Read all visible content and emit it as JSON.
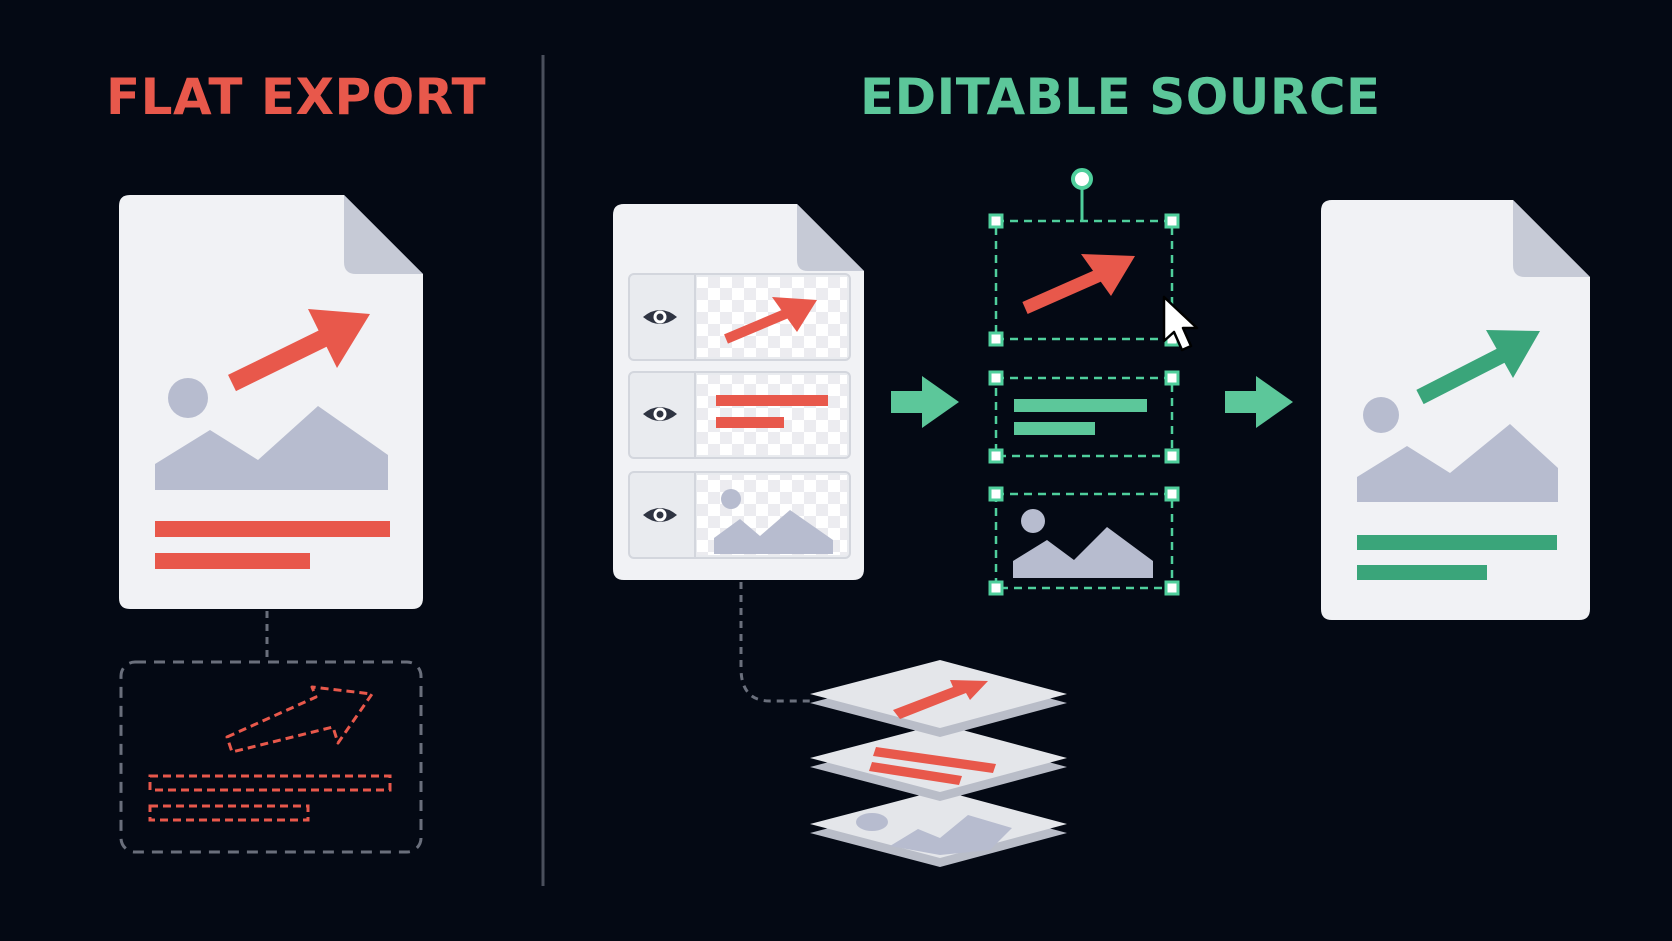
{
  "titles": {
    "flat": "FLAT EXPORT",
    "editable": "EDITABLE SOURCE"
  },
  "colors": {
    "background": "#040914",
    "flat_accent": "#e8584b",
    "editable_accent": "#5cc79a",
    "paper": "#f1f2f5",
    "fold": "#c6cad6",
    "image_gray": "#b7bccf",
    "selection": "#4fcf9c",
    "divider": "#4a4f5c"
  },
  "icons": {
    "layer_visibility": "eye-icon",
    "pointer": "mouse-cursor-icon",
    "flow": "right-arrow-icon"
  },
  "layer_panel": {
    "rows": [
      "arrow-layer",
      "text-layer",
      "image-layer"
    ]
  }
}
